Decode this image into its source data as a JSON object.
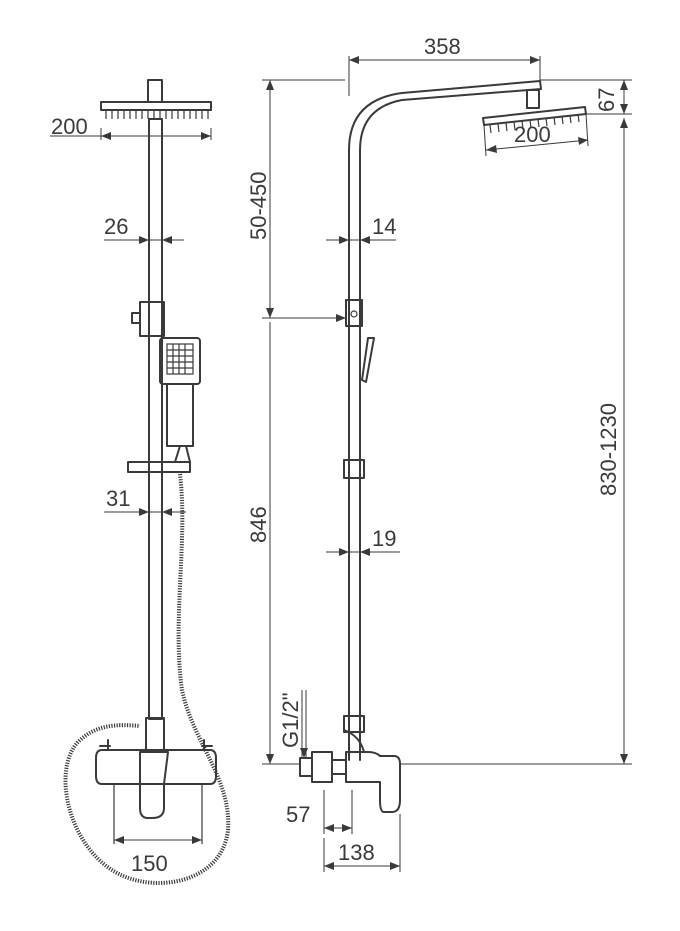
{
  "diagram": {
    "dimensions": {
      "front_head_width": "200",
      "front_pipe_diameter": "26",
      "front_lower_pipe_diameter": "31",
      "front_valve_centers": "150",
      "side_arm_reach": "358",
      "side_head_height": "67",
      "side_head_width": "200",
      "side_adjust_range": "50-450",
      "side_upper_pipe_diameter": "14",
      "side_total_height": "830-1230",
      "side_lower_height": "846",
      "side_lower_pipe_diameter": "19",
      "side_thread": "G1/2\"",
      "side_valve_offset": "57",
      "side_valve_depth": "138"
    }
  }
}
